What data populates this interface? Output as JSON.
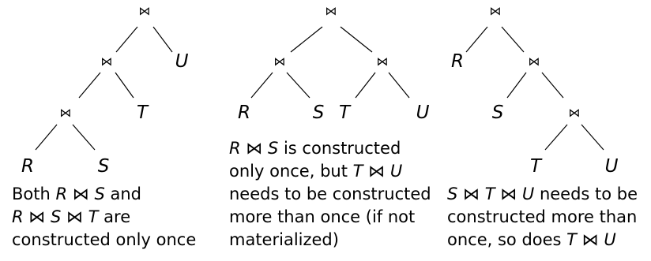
{
  "diagrams": [
    {
      "id": "left-deep",
      "nodes": {
        "root": "⋈",
        "mid": "⋈",
        "low": "⋈",
        "u": "U",
        "t": "T",
        "r": "R",
        "s": "S"
      },
      "caption": [
        "Both R ⋈ S and",
        "R ⋈ S ⋈ T are",
        "constructed only once"
      ]
    },
    {
      "id": "bushy",
      "nodes": {
        "root": "⋈",
        "left": "⋈",
        "right": "⋈",
        "r": "R",
        "s": "S",
        "t": "T",
        "u": "U"
      },
      "caption": [
        "R ⋈ S is constructed",
        "only once, but T ⋈ U",
        "needs to be constructed",
        "more than once (if not",
        "materialized)"
      ]
    },
    {
      "id": "right-deep",
      "nodes": {
        "root": "⋈",
        "mid": "⋈",
        "low": "⋈",
        "r": "R",
        "s": "S",
        "t": "T",
        "u": "U"
      },
      "caption": [
        "S ⋈ T ⋈ U needs to be",
        "constructed more than",
        "once, so does T ⋈ U"
      ]
    }
  ]
}
